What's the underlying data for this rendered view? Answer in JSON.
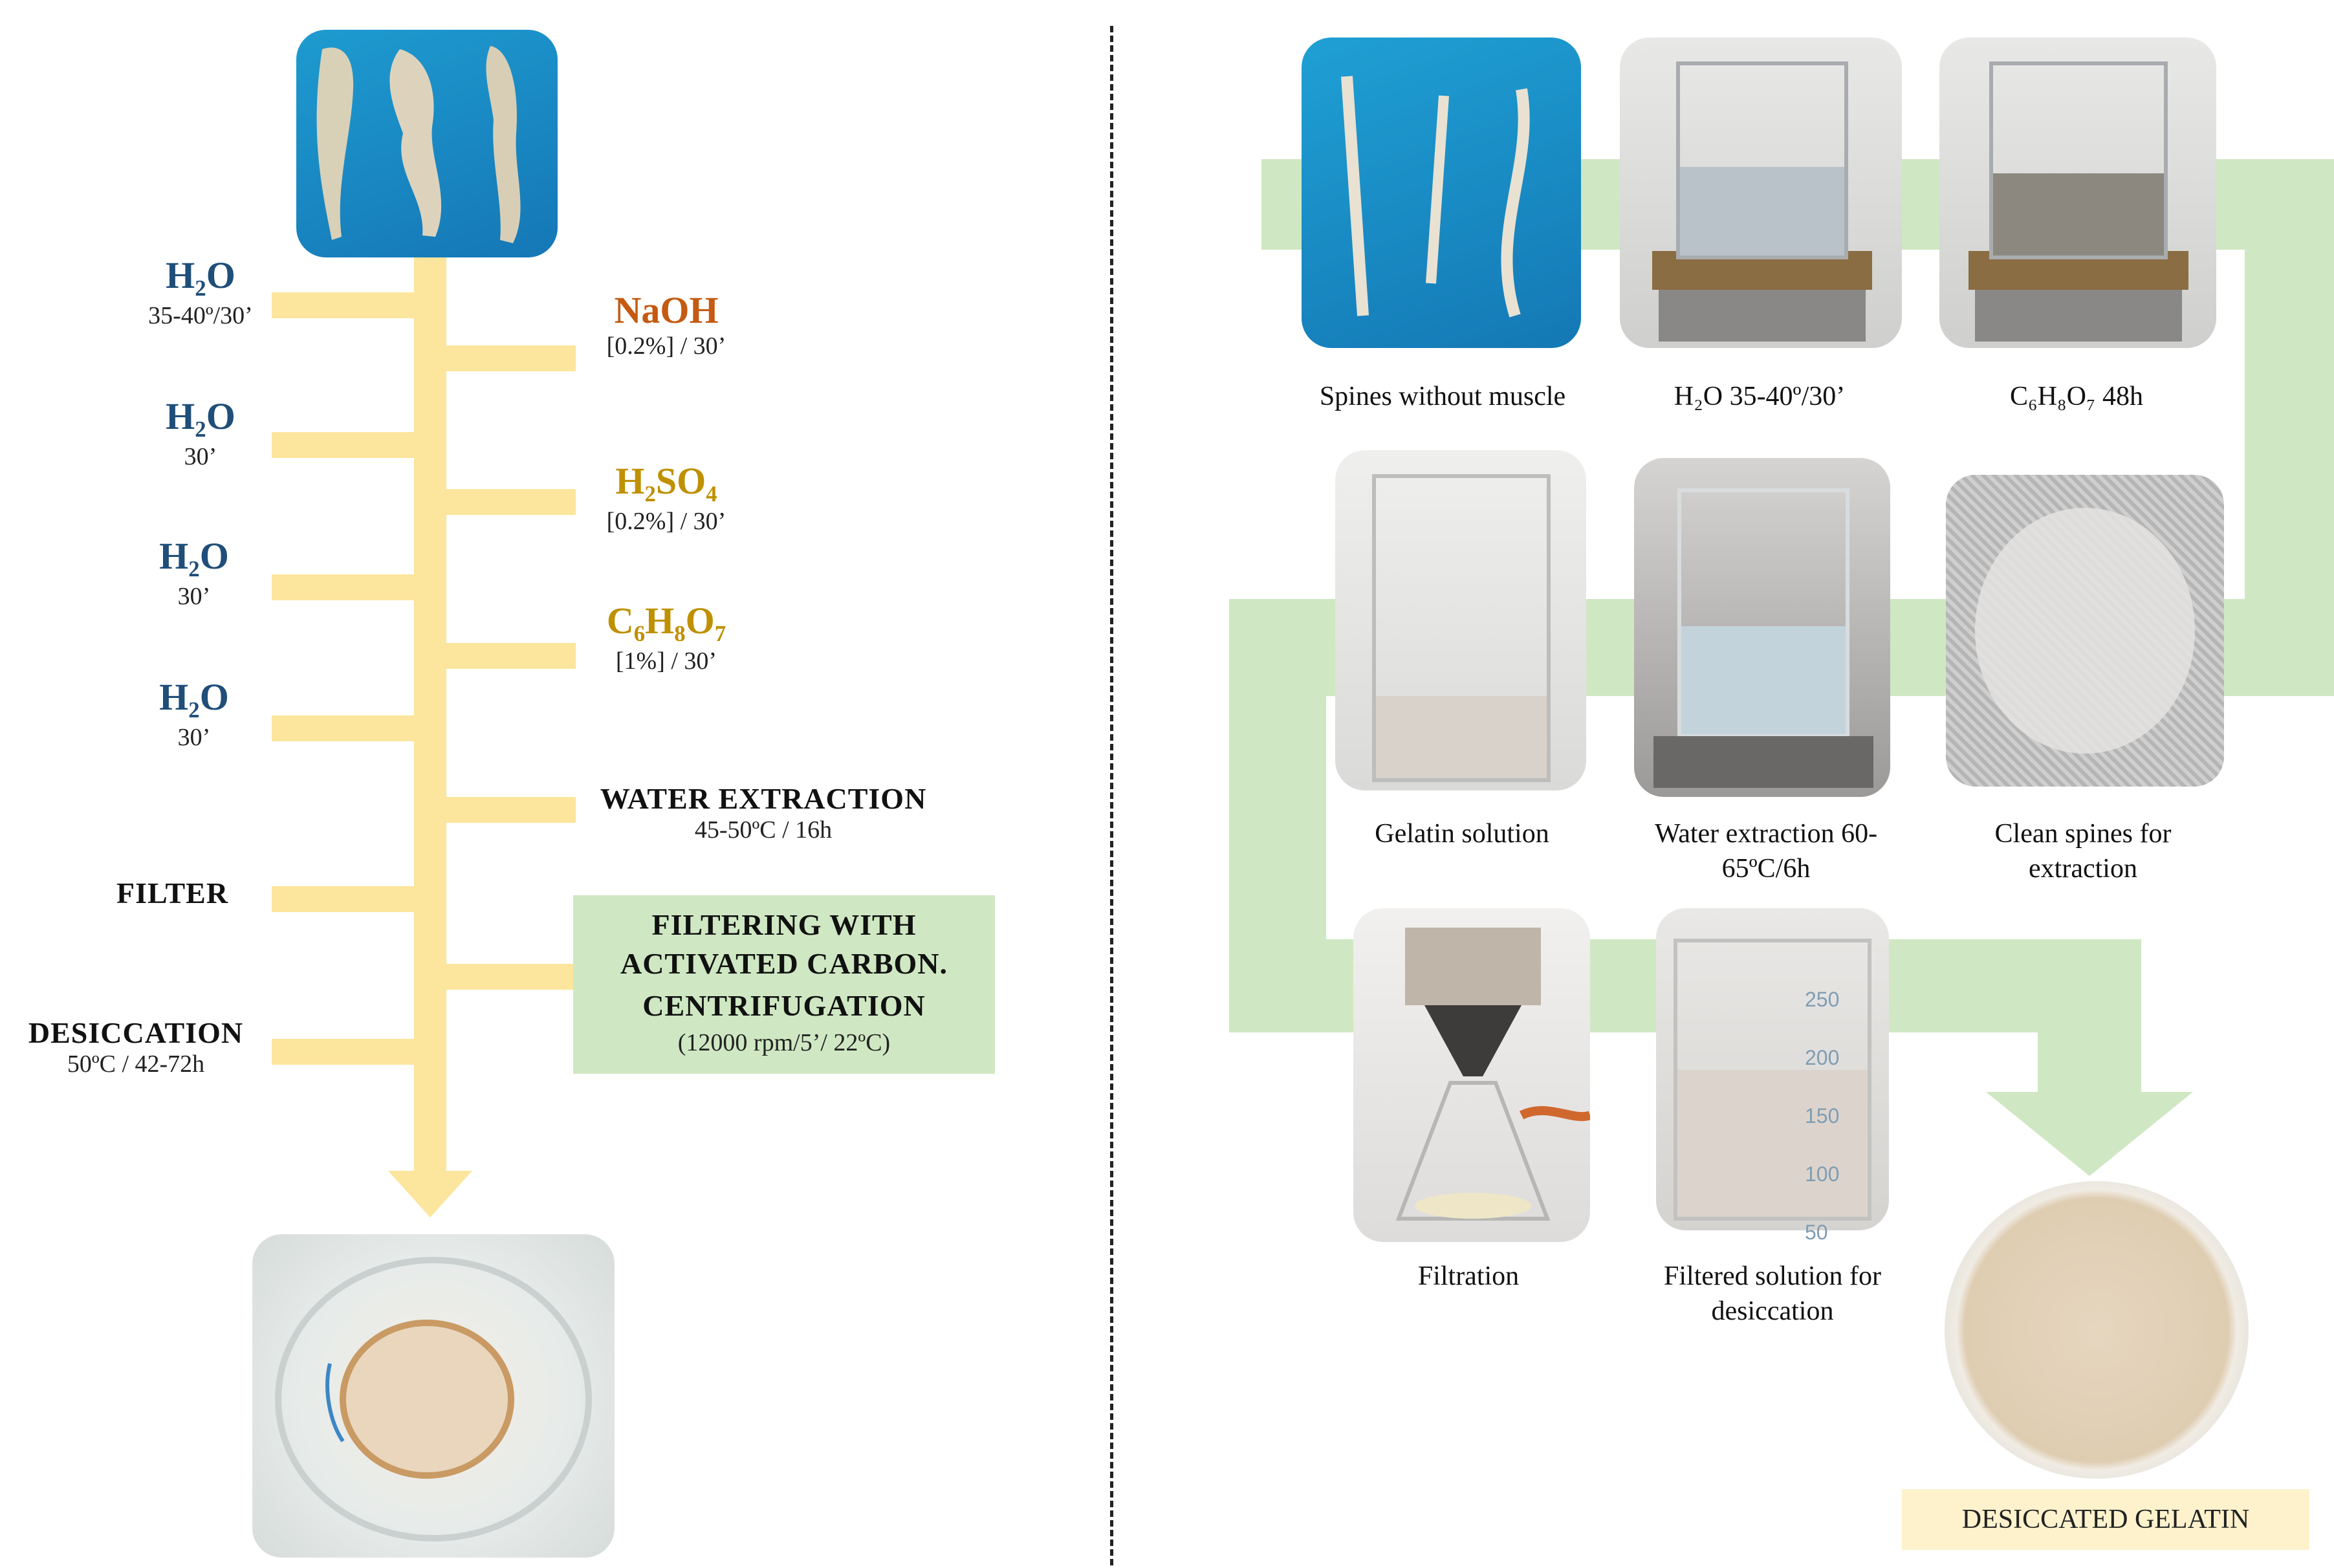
{
  "left": {
    "water_labels": [
      {
        "formula": "H",
        "sub": "2",
        "post": "O",
        "note": "35-40º/30’"
      },
      {
        "formula": "H",
        "sub": "2",
        "post": "O",
        "note": "30’"
      },
      {
        "formula": "H",
        "sub": "2",
        "post": "O",
        "note": "30’"
      },
      {
        "formula": "H",
        "sub": "2",
        "post": "O",
        "note": "30’"
      }
    ],
    "naoh": {
      "label": "NaOH",
      "note": "[0.2%] / 30’"
    },
    "h2so4": {
      "a": "H",
      "s1": "2",
      "b": "SO",
      "s2": "4",
      "note": "[0.2%] / 30’"
    },
    "citric": {
      "a": "C",
      "s1": "6",
      "b": "H",
      "s2": "8",
      "c": "O",
      "s3": "7",
      "note": "[1%] / 30’"
    },
    "water_extraction": {
      "title": "WATER EXTRACTION",
      "note": "45-50ºC / 16h"
    },
    "filter": "FILTER",
    "desiccation": {
      "title": "DESICCATION",
      "note": "50ºC / 42-72h"
    },
    "filtering_box": {
      "line1": "FILTERING WITH",
      "line2": "ACTIVATED CARBON.",
      "line3": "CENTRIFUGATION",
      "line4": "(12000 rpm/5’/ 22ºC)"
    },
    "colors": {
      "flow": "#fce59c",
      "box": "#cfe8c3"
    }
  },
  "right": {
    "captions": {
      "spines": "Spines without muscle",
      "h2o": "H₂O 35-40º/30’",
      "citric": "C₆H₈O₇ 48h",
      "gelatin_solution": "Gelatin solution",
      "water_extraction_1": "Water extraction 60-",
      "water_extraction_2": "65ºC/6h",
      "clean_1": "Clean spines for",
      "clean_2": "extraction",
      "filtration": "Filtration",
      "filtered_1": "Filtered solution for",
      "filtered_2": "desiccation",
      "desiccated": "DESICCATED GELATIN"
    },
    "beaker_marks": [
      "250",
      "200",
      "150",
      "100",
      "50"
    ],
    "colors": {
      "flow": "#cfe8c3",
      "label_box": "#fdf2cc"
    }
  },
  "icons": [
    "fish-fillet-photo",
    "beaker-photo",
    "dish-photo",
    "funnel-photo"
  ]
}
